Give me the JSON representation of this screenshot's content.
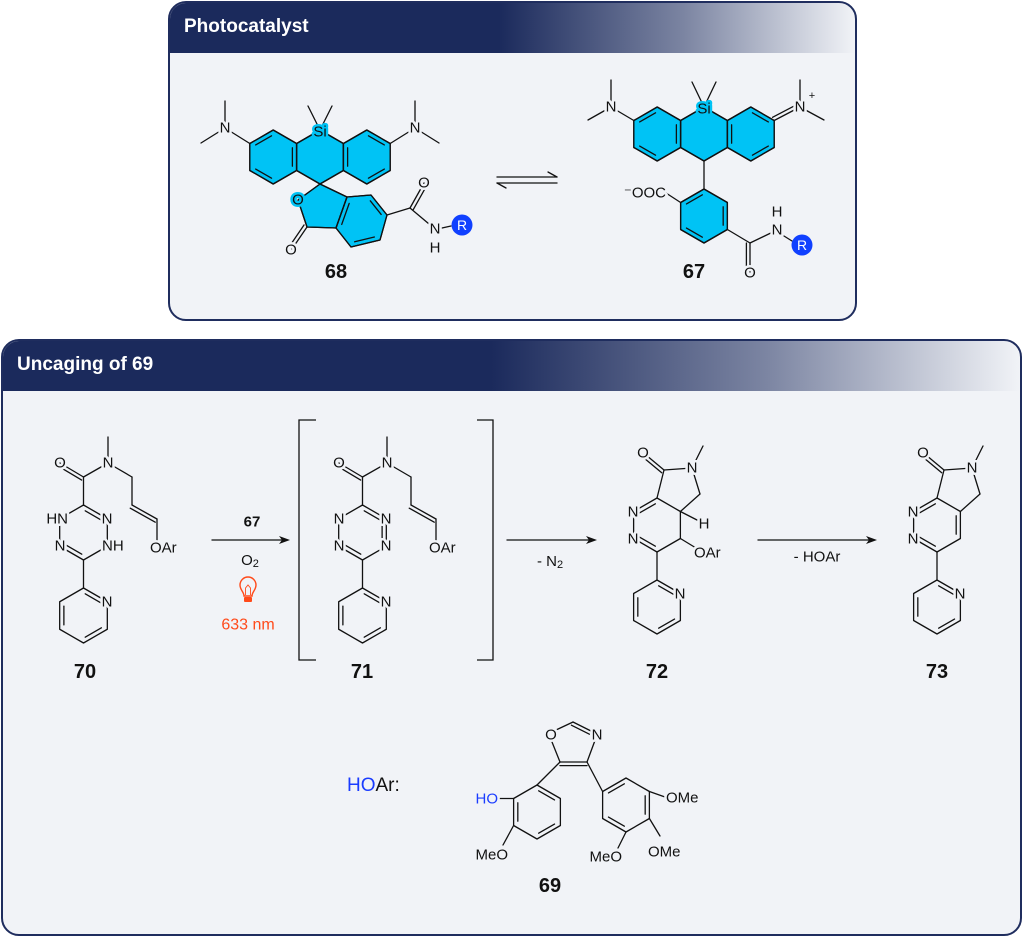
{
  "panels": {
    "photocatalyst": {
      "title": "Photocatalyst"
    },
    "uncaging": {
      "title": "Uncaging of 69"
    }
  },
  "compounds": {
    "c68": {
      "label": "68",
      "atoms": [
        "N",
        "N",
        "Si",
        "O",
        "O",
        "O",
        "N",
        "H",
        "R"
      ]
    },
    "c67": {
      "label": "67",
      "atoms": [
        "N",
        "N",
        "+",
        "Si",
        "⁻OOC",
        "O",
        "N",
        "H",
        "R"
      ]
    },
    "c70": {
      "label": "70",
      "atoms": [
        "O",
        "N",
        "HN",
        "N",
        "N",
        "NH",
        "OAr",
        "N"
      ]
    },
    "c71": {
      "label": "71",
      "atoms": [
        "O",
        "N",
        "N",
        "N",
        "N",
        "N",
        "OAr",
        "N"
      ]
    },
    "c72": {
      "label": "72",
      "atoms": [
        "O",
        "N",
        "N",
        "N",
        "H",
        "OAr",
        "N"
      ]
    },
    "c73": {
      "label": "73",
      "atoms": [
        "O",
        "N",
        "N",
        "N",
        "N"
      ]
    },
    "c69": {
      "label": "69",
      "prefix_ho": "HO",
      "prefix_ar": "Ar:",
      "atoms": [
        "O",
        "N",
        "HO",
        "MeO",
        "OMe",
        "OMe",
        "MeO"
      ]
    }
  },
  "steps": {
    "step1": {
      "catalyst": "67",
      "reagent": "O",
      "reagent_sub": "2",
      "light": "633 nm",
      "icon": "lightbulb-icon"
    },
    "step2": {
      "byproduct": "- N",
      "byproduct_sub": "2"
    },
    "step3": {
      "byproduct": "- HOAr"
    }
  },
  "colors": {
    "header": "#1b2a5c",
    "panel_bg": "#f1f3f7",
    "chromophore": "#00c3f5",
    "r_group": "#1040ff",
    "light": "#ff4a1a",
    "hydroxyl": "#1a3cff"
  }
}
